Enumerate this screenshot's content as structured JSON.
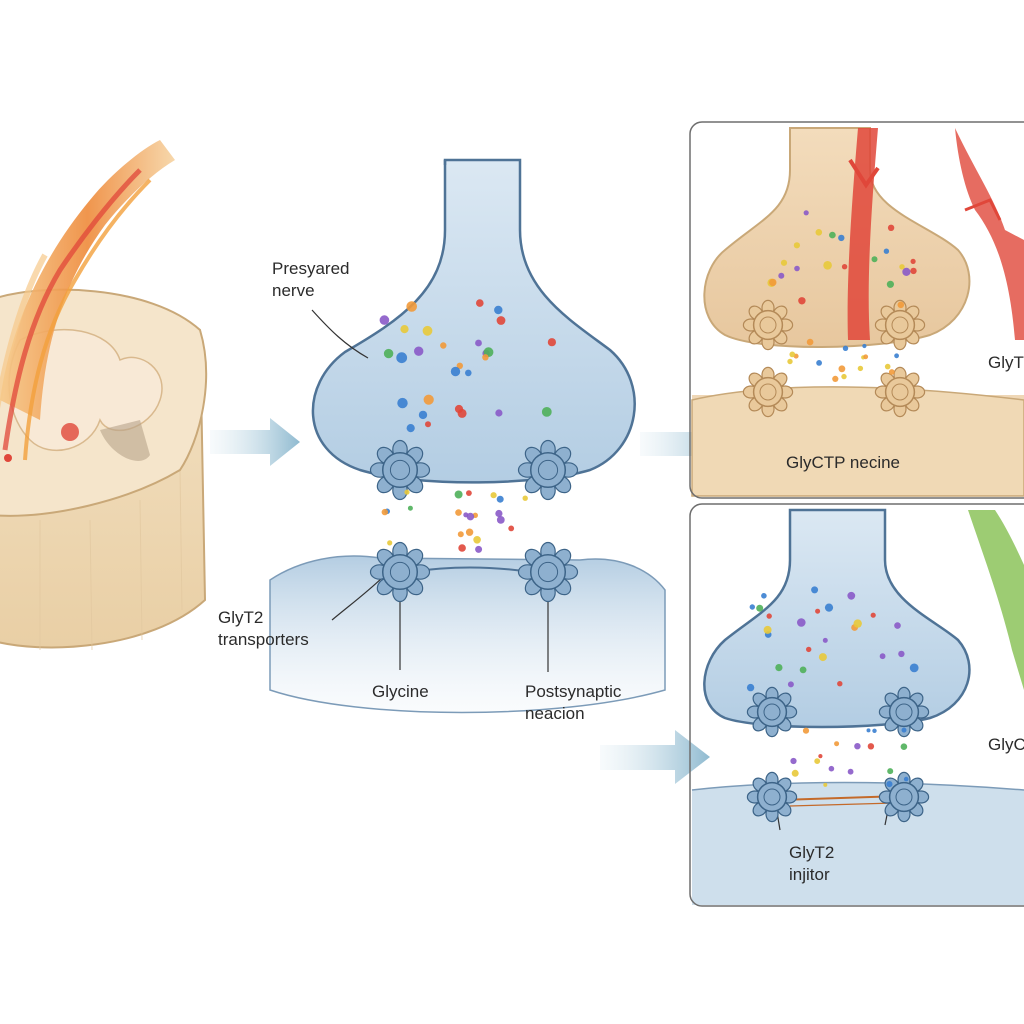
{
  "labels": {
    "presynaptic": [
      "Presyared",
      "nerve"
    ],
    "transporters": [
      "GlyT2",
      "transporters"
    ],
    "glycine": "Glycine",
    "postsynaptic": [
      "Postsynaptic",
      "neacion"
    ],
    "panel_top_caption": "GlyCTP necine",
    "panel_top_side": "GlyT",
    "panel_bottom_side": "GlyC",
    "panel_bottom_caption": [
      "GlyT2",
      "injitor"
    ]
  },
  "colors": {
    "nerve_fill": "#c7dcec",
    "nerve_stroke": "#4f7396",
    "tissue_fill": "#f0d9b5",
    "tissue_stroke": "#c9a878",
    "arrow": "#9ec3d6",
    "red_fiber": "#e0473a",
    "green_fiber": "#8cc35a",
    "orange_fiber": "#f2a03c",
    "particles": [
      "#e8c93a",
      "#3a7fd0",
      "#e0473a",
      "#4fb05a",
      "#8a5ac8",
      "#f29a3a"
    ]
  },
  "icons": [
    "spinal-cord-cross-section",
    "synapse-icon",
    "transporter-protein-icon",
    "flow-arrow-icon"
  ]
}
